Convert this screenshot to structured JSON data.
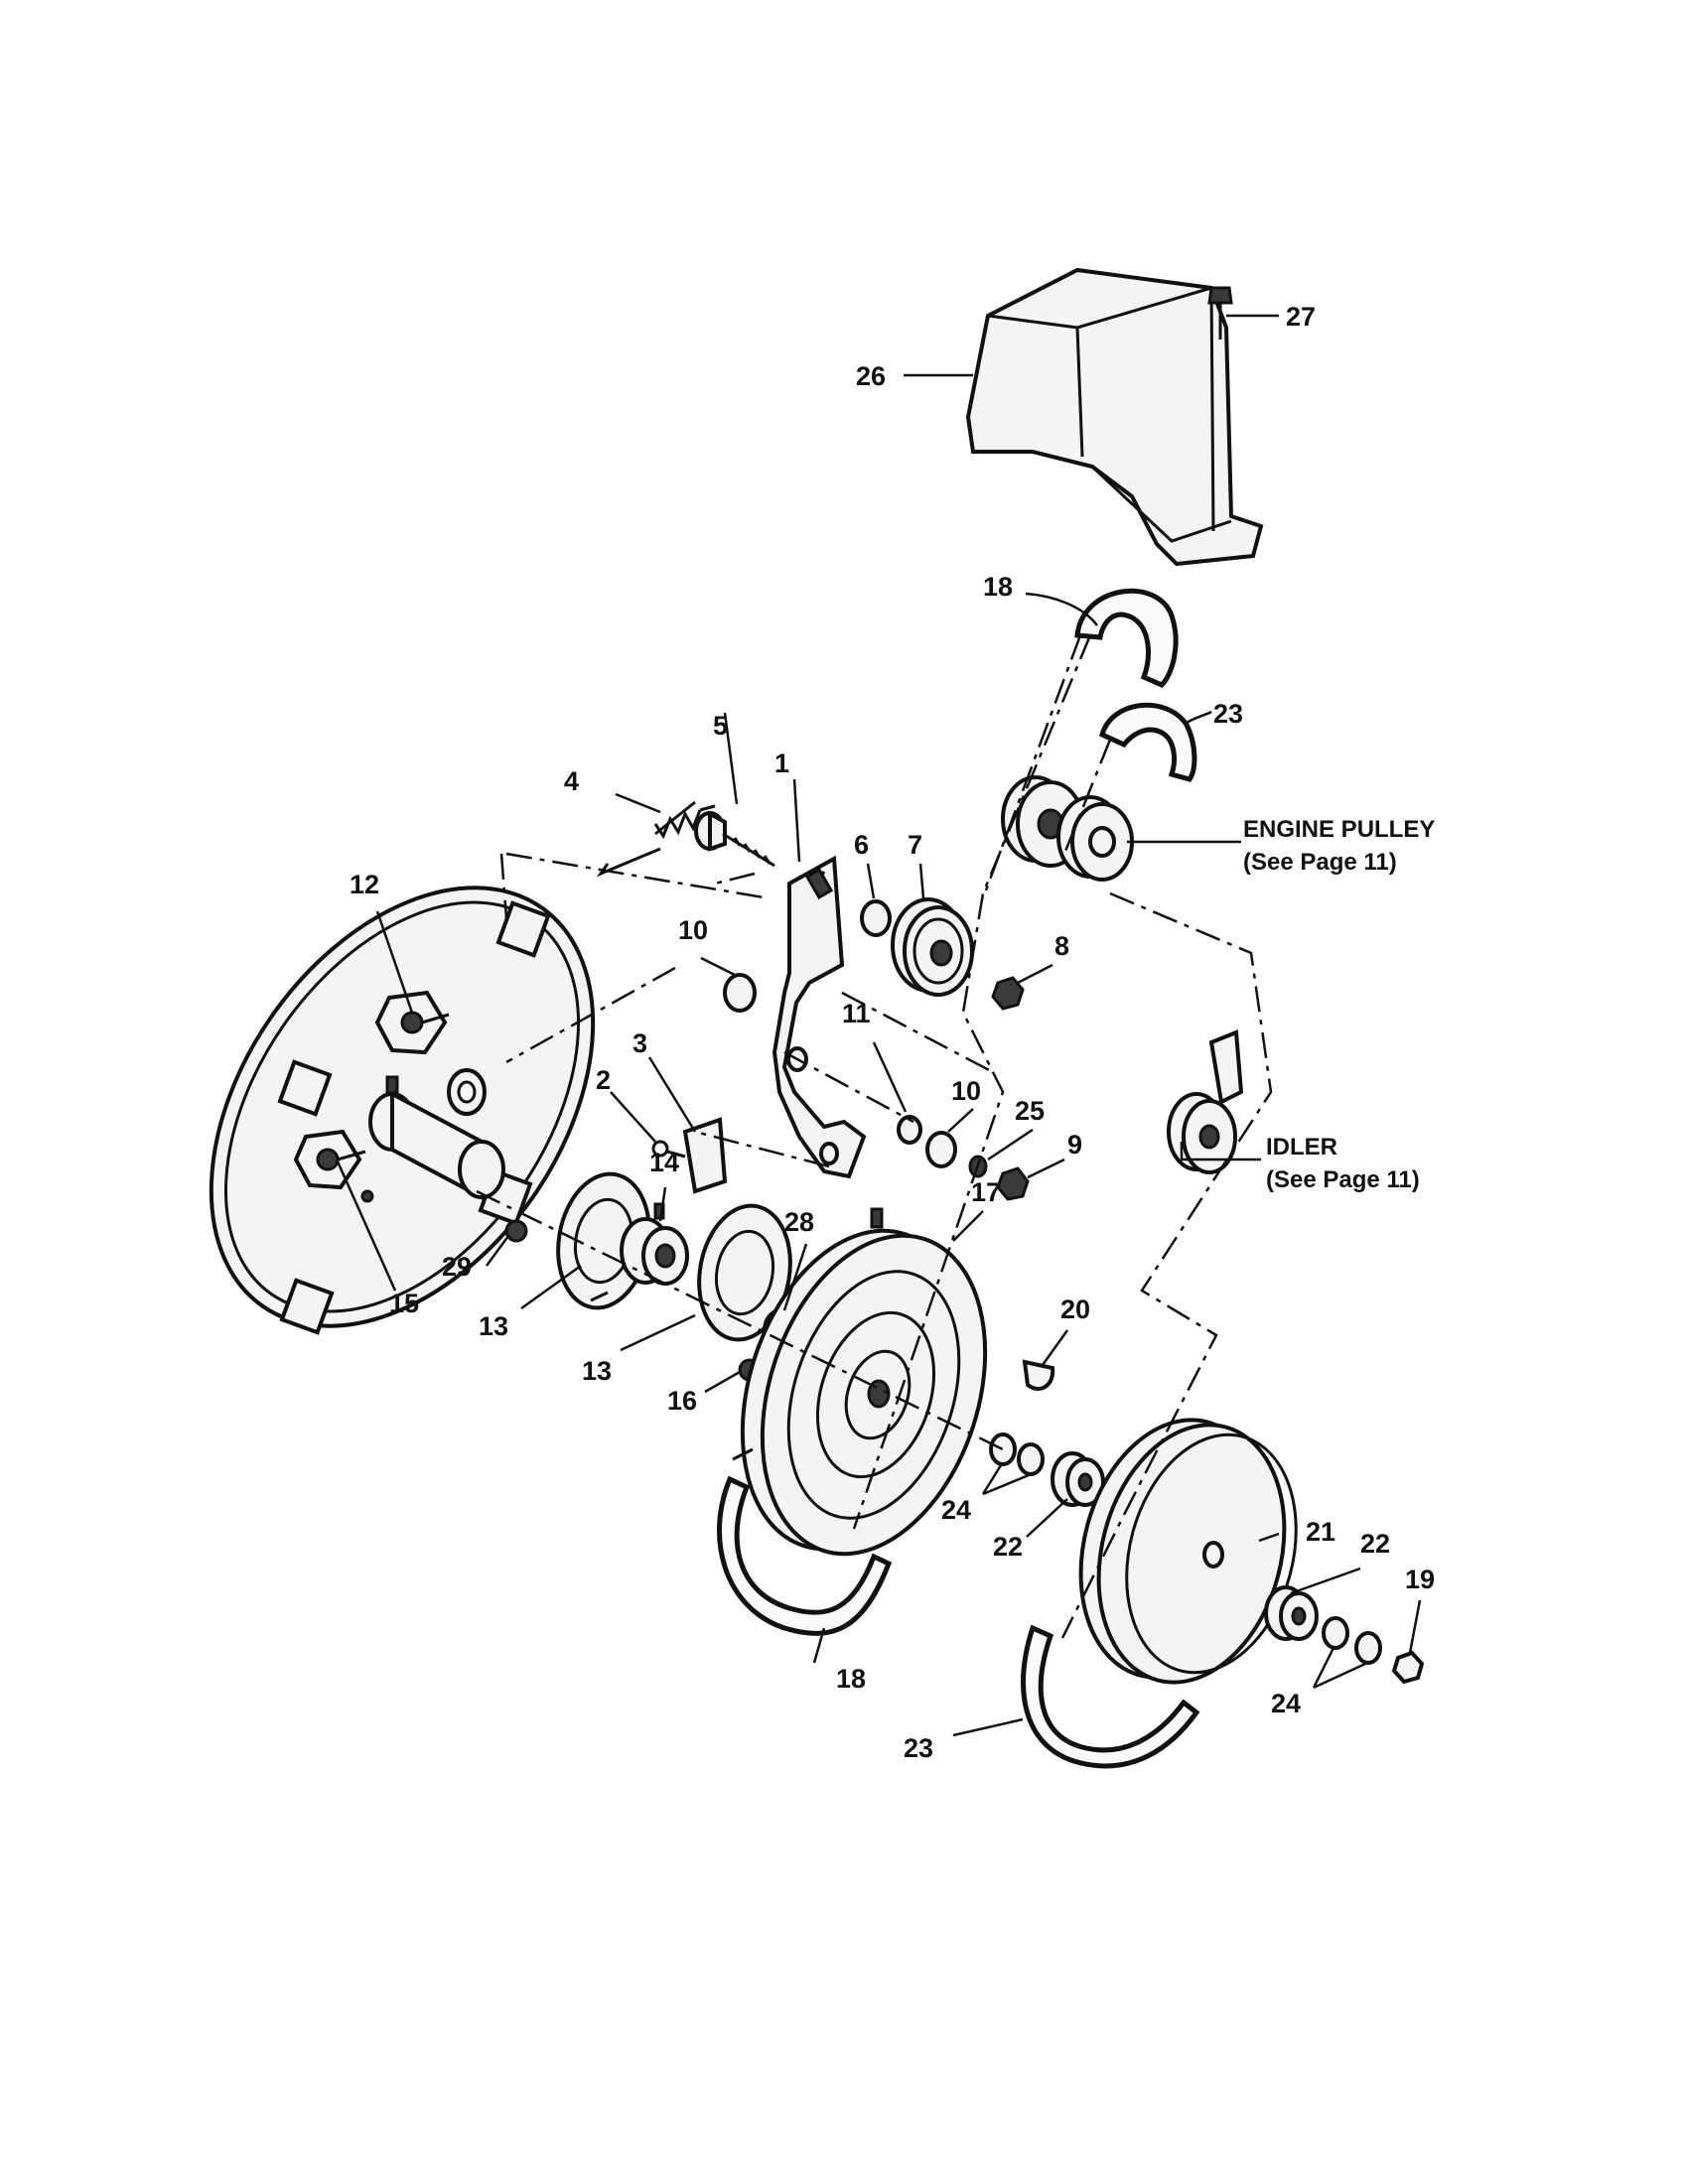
{
  "labels": {
    "p1": "1",
    "p2": "2",
    "p3": "3",
    "p4": "4",
    "p5": "5",
    "p6": "6",
    "p7": "7",
    "p8": "8",
    "p9": "9",
    "p10a": "10",
    "p10b": "10",
    "p11": "11",
    "p12": "12",
    "p13a": "13",
    "p13b": "13",
    "p14": "14",
    "p15": "15",
    "p16": "16",
    "p17": "17",
    "p18a": "18",
    "p18b": "18",
    "p19": "19",
    "p20": "20",
    "p21": "21",
    "p22a": "22",
    "p22b": "22",
    "p23a": "23",
    "p23b": "23",
    "p24a": "24",
    "p24b": "24",
    "p25": "25",
    "p26": "26",
    "p27": "27",
    "p28": "28",
    "p29": "29"
  },
  "callouts": {
    "engine_pulley": "ENGINE PULLEY",
    "engine_pulley_ref": "(See Page 11)",
    "idler": "IDLER",
    "idler_ref": "(See Page 11)"
  }
}
